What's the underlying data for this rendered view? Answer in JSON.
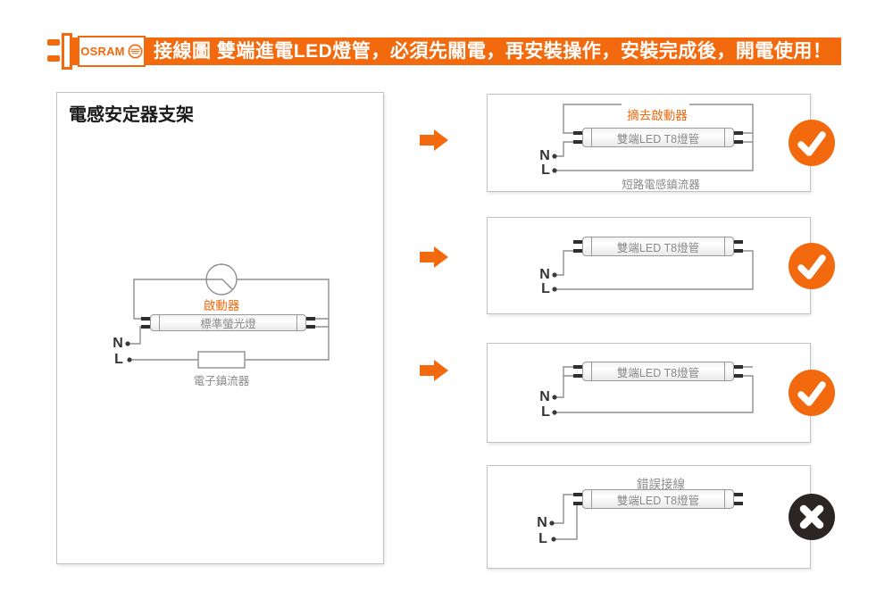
{
  "colors": {
    "accent": "#F3690D",
    "error_circle": "#2B2523",
    "wire": "#8F8F8F",
    "gray_label": "#8A8A8A"
  },
  "banner": {
    "brand": "OSRAM",
    "message": "接線圖 雙端進電LED燈管，必須先關電，再安裝操作，安裝完成後，開電使用！"
  },
  "left_panel": {
    "title": "電感安定器支架",
    "starter": "啟動器",
    "tube": "標準螢光燈",
    "ballast": "電子鎮流器",
    "n": "N",
    "l": "L"
  },
  "panels": [
    {
      "removed_starter": "摘去啟動器",
      "tube": "雙端LED T8燈管",
      "note": "短路電感鎮流器",
      "n": "N",
      "l": "L",
      "status": "correct"
    },
    {
      "tube": "雙端LED T8燈管",
      "n": "N",
      "l": "L",
      "status": "correct"
    },
    {
      "tube": "雙端LED T8燈管",
      "n": "N",
      "l": "L",
      "status": "correct"
    },
    {
      "warning": "錯誤接線",
      "tube": "雙端LED T8燈管",
      "n": "N",
      "l": "L",
      "status": "wrong"
    }
  ],
  "icons": {
    "approve": "check-icon",
    "reject": "cross-icon",
    "direction": "arrow-right-icon"
  }
}
